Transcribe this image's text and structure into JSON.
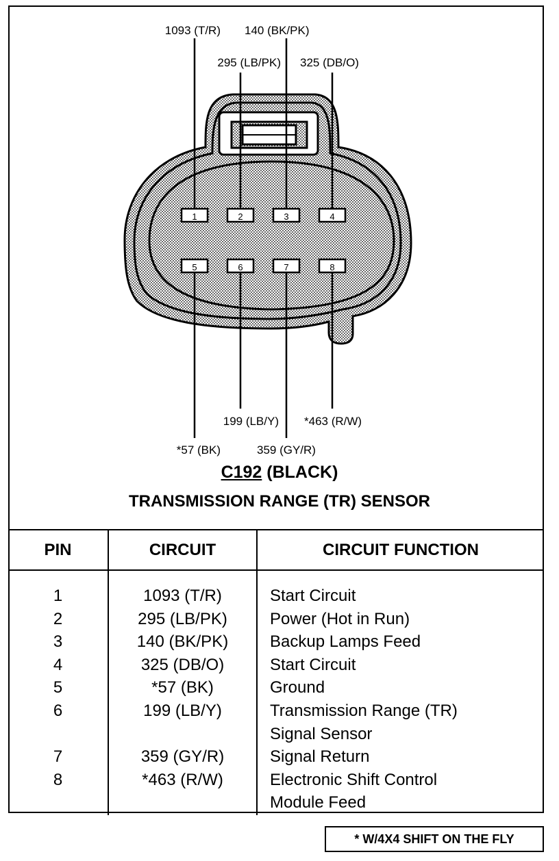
{
  "connector": {
    "code": "C192",
    "color": "(BLACK)",
    "name": "TRANSMISSION RANGE (TR) SENSOR"
  },
  "wire_labels": {
    "pin1": "1093 (T/R)",
    "pin2": "295 (LB/PK)",
    "pin3": "140 (BK/PK)",
    "pin4": "325 (DB/O)",
    "pin5": "*57 (BK)",
    "pin6": "199 (LB/Y)",
    "pin7": "359 (GY/R)",
    "pin8": "*463 (R/W)"
  },
  "pin_numbers": [
    "1",
    "2",
    "3",
    "4",
    "5",
    "6",
    "7",
    "8"
  ],
  "table": {
    "headers": {
      "pin": "PIN",
      "circuit": "CIRCUIT",
      "function": "CIRCUIT FUNCTION"
    },
    "rows": [
      {
        "pin": "1",
        "circuit": "1093 (T/R)",
        "function": [
          "Start Circuit"
        ]
      },
      {
        "pin": "2",
        "circuit": "295 (LB/PK)",
        "function": [
          "Power (Hot in Run)"
        ]
      },
      {
        "pin": "3",
        "circuit": "140 (BK/PK)",
        "function": [
          "Backup Lamps Feed"
        ]
      },
      {
        "pin": "4",
        "circuit": "325 (DB/O)",
        "function": [
          "Start Circuit"
        ]
      },
      {
        "pin": "5",
        "circuit": "*57 (BK)",
        "function": [
          "Ground"
        ]
      },
      {
        "pin": "6",
        "circuit": "199 (LB/Y)",
        "function": [
          "Transmission Range (TR)",
          "Signal Sensor"
        ]
      },
      {
        "pin": "7",
        "circuit": "359 (GY/R)",
        "function": [
          "Signal Return"
        ]
      },
      {
        "pin": "8",
        "circuit": "*463 (R/W)",
        "function": [
          "Electronic Shift Control",
          "Module Feed"
        ]
      }
    ]
  },
  "footnote": "* W/4X4 SHIFT ON THE FLY",
  "colors": {
    "ink": "#000000",
    "shading": "#d9d9d9",
    "background": "#ffffff"
  }
}
